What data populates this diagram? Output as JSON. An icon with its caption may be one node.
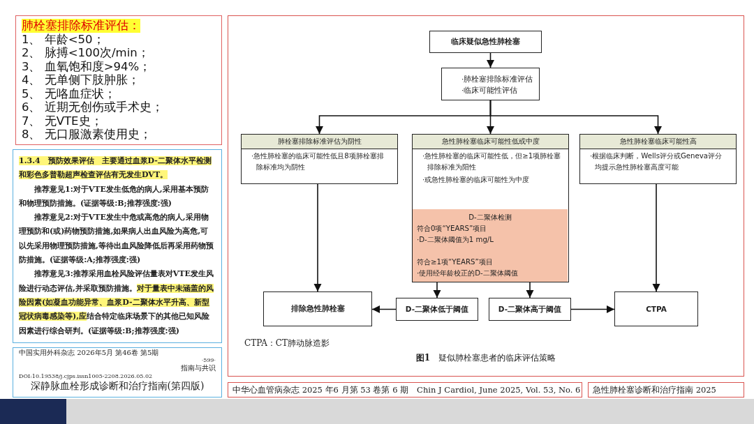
{
  "diagram": {
    "caption": "**图1**　疑似肺栓塞患者的临床评估策略",
    "nodes": [
      {
        "text": [
          "肺栓塞排除标准评估：",
          "1、 年龄<50；",
          "2、 脉搏<100次/min；",
          "3、 血氧饱和度>94%；",
          "4、 无单侧下肢肿胀；",
          "5、 无咯血症状；",
          "6、 近期无创伤或手术史；",
          "7、 无VTE史；",
          "8、 无口服激素使用史；"
        ]
      },
      {
        "text": [
          "1.3.4　预防效果评估　主要通过血浆D-二聚体水平检测和彩色多普勒超声检查评估有无发生DVT。",
          "推荐意见1:对于VTE发生低危的病人,采用基本预防和物理预防措施。(证据等级:B;推荐强度:强)",
          "推荐意见2:对于VTE发生中危或高危的病人,采用物理预防和(或)药物预防措施,如果病人出血风险为高危,可以先采用物理预防措施,等待出血风险降低后再采用药物预防措施。(证据等级:A;推荐强度:强)",
          "推荐意见3:推荐采用血栓风险评估量表对VTE发生风险进行动态评估,并采取预防措施。**对于量表中未涵盖的风险因素(如凝血功能异常、血浆D-二聚体水平升高、新型冠状病毒感染等),应**结合特定临床场景下的其他已知风险因素进行综合研判。(证据等级:B;推荐强度:强)"
        ]
      },
      {
        "text": [
          "中国实用外科杂志 2026年5月 第46卷 第5期",
          "·599·",
          "指南与共识",
          "DOI:10.19538/j.cjps.issn1005-2208.2026.05.02",
          "深静脉血栓形成诊断和治疗指南(第四版)"
        ]
      },
      {
        "text": [
          "临床疑似急性肺栓塞"
        ]
      },
      {
        "text": [
          "·肺栓塞排除标准评估",
          "·临床可能性评估"
        ]
      },
      {
        "text": [
          "肺栓塞排除标准评估为阴性",
          "·急性肺栓塞的临床可能性低且8项肺栓塞排除标准均为阴性"
        ]
      },
      {
        "text": [
          "急性肺栓塞临床可能性低或中度",
          "·急性肺栓塞的临床可能性低，但≥1项肺栓塞排除标准为阳性",
          "·或急性肺栓塞的临床可能性为中度"
        ]
      },
      {
        "text": [
          "D-二聚体检测",
          "符合0项“YEARS”项目",
          "·D-二聚体阈值为1 mg/L",
          "符合≥1项“YEARS”项目",
          "·使用经年龄校正的D-二聚体阈值"
        ],
        "in": 6
      },
      {
        "text": [
          "急性肺栓塞临床可能性高",
          "·根据临床判断，Wells评分或Geneva评分均提示急性肺栓塞高度可能"
        ]
      },
      {
        "text": [
          "排除急性肺栓塞"
        ]
      },
      {
        "text": [
          "D-二聚体低于阈值"
        ]
      },
      {
        "text": [
          "D-二聚体高于阈值"
        ]
      },
      {
        "text": [
          "CTPA"
        ]
      },
      {
        "text": [
          "中华心血管病杂志 2025 年6 月第 53 卷第 6 期　Chin J Cardiol, June 2025, Vol. 53, No. 6"
        ]
      },
      {
        "text": [
          "急性肺栓塞诊断和治疗指南 2025"
        ]
      }
    ],
    "edges": [
      {
        "from": 3,
        "to": 4,
        "arrow": "to"
      },
      {
        "from": 4,
        "to": 5,
        "arrow": "to"
      },
      {
        "from": 4,
        "to": 6,
        "arrow": "to"
      },
      {
        "from": 4,
        "to": 8,
        "arrow": "to"
      },
      {
        "from": 5,
        "to": 9,
        "arrow": "to"
      },
      {
        "from": 7,
        "to": 10,
        "arrow": "to"
      },
      {
        "from": 7,
        "to": 11,
        "arrow": "to"
      },
      {
        "from": 10,
        "to": 9,
        "arrow": "to"
      },
      {
        "from": 11,
        "to": 12,
        "arrow": "to"
      },
      {
        "from": 8,
        "to": 12,
        "arrow": "to"
      }
    ],
    "labels": [
      "CTPA：CT肺动脉造影"
    ]
  }
}
